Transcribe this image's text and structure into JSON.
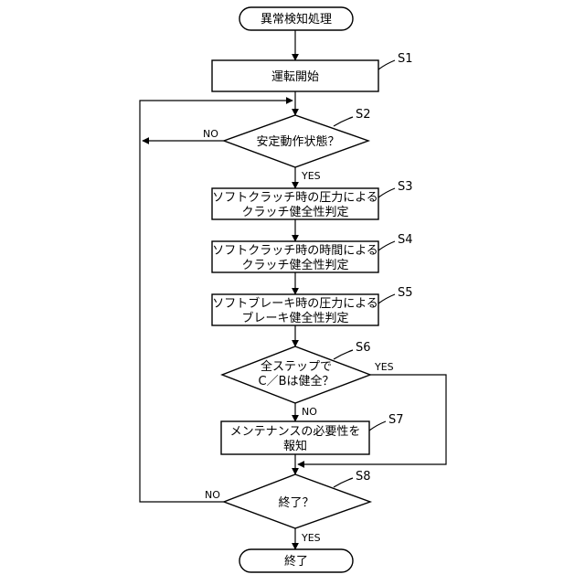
{
  "nodes": {
    "start": "異常検知処理",
    "s1": "運転開始",
    "s2": "安定動作状態？",
    "s3": [
      "ソフトクラッチ時の圧力による",
      "クラッチ健全性判定"
    ],
    "s4": [
      "ソフトクラッチ時の時間による",
      "クラッチ健全性判定"
    ],
    "s5": [
      "ソフトブレーキ時の圧力による",
      "ブレーキ健全性判定"
    ],
    "s6": [
      "全ステップで",
      "C／Bは健全？"
    ],
    "s7": [
      "メンテナンスの必要性を",
      "報知"
    ],
    "s8": "終了？",
    "end": "終了"
  },
  "step_labels": {
    "s1": "S1",
    "s2": "S2",
    "s3": "S3",
    "s4": "S4",
    "s5": "S5",
    "s6": "S6",
    "s7": "S7",
    "s8": "S8"
  },
  "branch_labels": {
    "s2_no": "NO",
    "s2_yes": "YES",
    "s6_yes": "YES",
    "s6_no": "NO",
    "s8_no": "NO",
    "s8_yes": "YES"
  }
}
